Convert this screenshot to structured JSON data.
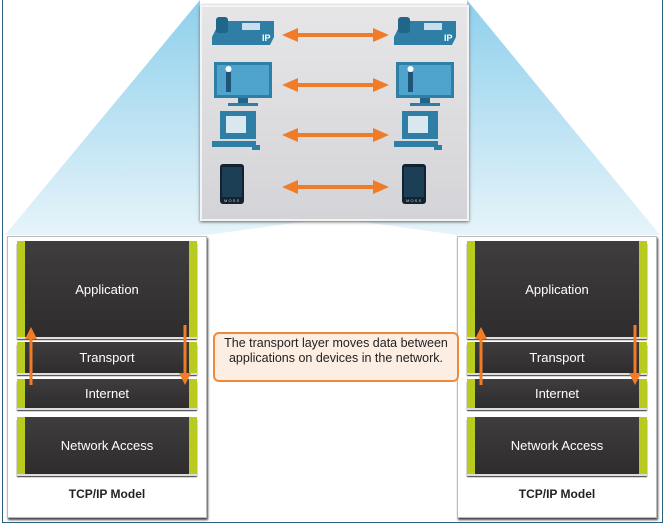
{
  "models": [
    {
      "layers": [
        "Application",
        "Transport",
        "Internet",
        "Network Access"
      ],
      "label": "TCP/IP Model"
    },
    {
      "layers": [
        "Application",
        "Transport",
        "Internet",
        "Network Access"
      ],
      "label": "TCP/IP Model"
    }
  ],
  "callout": "The transport layer moves data between applications on devices in the network.",
  "devices": [
    {
      "icon": "ip-phone-icon",
      "label": "IP"
    },
    {
      "icon": "video-monitor-icon"
    },
    {
      "icon": "computer-icon"
    },
    {
      "icon": "smartphone-icon"
    }
  ],
  "colors": {
    "arrow": "#f07c28",
    "layer_strip": "#b9cb1f",
    "layer_fill": "#353333",
    "beam": "#bfe3f3"
  }
}
